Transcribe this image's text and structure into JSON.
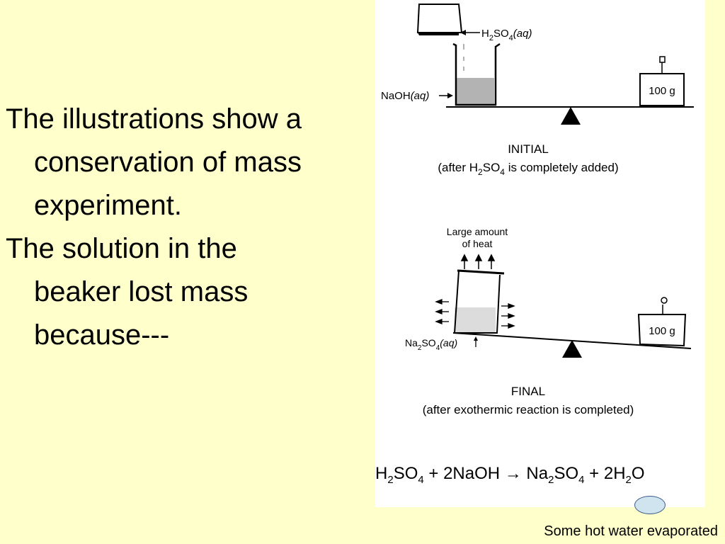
{
  "slide": {
    "paragraphs": [
      "The illustrations show a conservation of mass experiment.",
      "The solution in the beaker lost mass because---"
    ],
    "answer_caption": "Some hot water evaporated"
  },
  "figure": {
    "initial": {
      "acid_label_prefix": "H",
      "acid_label_sub1": "2",
      "acid_label_mid": "SO",
      "acid_label_sub2": "4",
      "acid_label_state": "(aq)",
      "base_label": "NaOH",
      "base_state": "(aq)",
      "weight_label": "100 g",
      "title": "INITIAL",
      "subtitle_pre": "(after H",
      "subtitle_sub1": "2",
      "subtitle_mid": "SO",
      "subtitle_sub2": "4",
      "subtitle_post": " is completely added)"
    },
    "final": {
      "heat_line1": "Large amount",
      "heat_line2": "of heat",
      "product_pre": "Na",
      "product_sub1": "2",
      "product_mid": "SO",
      "product_sub2": "4",
      "product_state": "(aq)",
      "weight_label": "100 g",
      "title": "FINAL",
      "subtitle": "(after exothermic reaction is completed)"
    },
    "equation": {
      "t1": "H",
      "s1": "2",
      "t2": "SO",
      "s2": "4",
      "t3": " + 2NaOH ",
      "arrow": "→",
      "t4": " Na",
      "s3": "2",
      "t5": "SO",
      "s4": "4",
      "t6": " + 2H",
      "s5": "2",
      "t7": "O"
    }
  }
}
